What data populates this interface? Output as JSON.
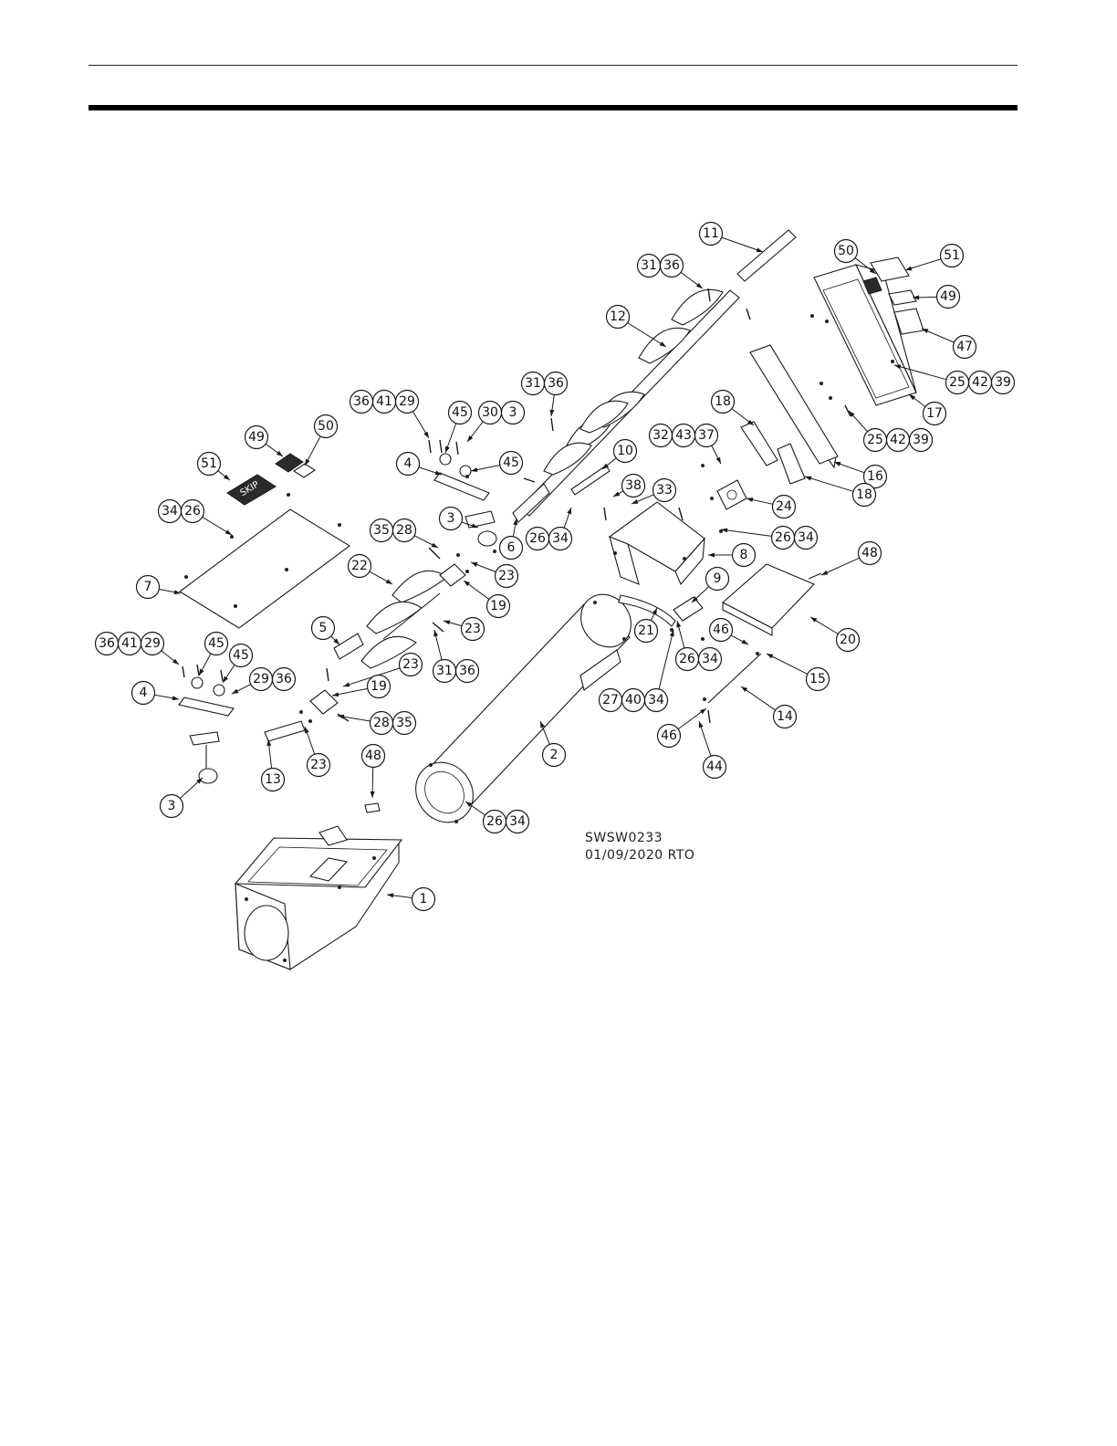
{
  "drawing": {
    "id": "SWSW0233",
    "revision": "01/09/2020 RTO"
  },
  "decals": {
    "skip_label": "SKIP"
  },
  "callouts": [
    {
      "ref": "11",
      "nums": [
        "11"
      ]
    },
    {
      "ref": "31-36-a",
      "nums": [
        "31",
        "36"
      ]
    },
    {
      "ref": "50-a",
      "nums": [
        "50"
      ]
    },
    {
      "ref": "51-a",
      "nums": [
        "51"
      ]
    },
    {
      "ref": "49-a",
      "nums": [
        "49"
      ]
    },
    {
      "ref": "47",
      "nums": [
        "47"
      ]
    },
    {
      "ref": "12",
      "nums": [
        "12"
      ]
    },
    {
      "ref": "25-42-39-a",
      "nums": [
        "25",
        "42",
        "39"
      ]
    },
    {
      "ref": "17",
      "nums": [
        "17"
      ]
    },
    {
      "ref": "25-42-39-b",
      "nums": [
        "25",
        "42",
        "39"
      ]
    },
    {
      "ref": "16",
      "nums": [
        "16"
      ]
    },
    {
      "ref": "31-36-b",
      "nums": [
        "31",
        "36"
      ]
    },
    {
      "ref": "36-41-29-a",
      "nums": [
        "36",
        "41",
        "29"
      ]
    },
    {
      "ref": "45-a",
      "nums": [
        "45"
      ]
    },
    {
      "ref": "30-3",
      "nums": [
        "30",
        "3"
      ]
    },
    {
      "ref": "49-b",
      "nums": [
        "49"
      ]
    },
    {
      "ref": "50-b",
      "nums": [
        "50"
      ]
    },
    {
      "ref": "18-a",
      "nums": [
        "18"
      ]
    },
    {
      "ref": "32-43-37",
      "nums": [
        "32",
        "43",
        "37"
      ]
    },
    {
      "ref": "10",
      "nums": [
        "10"
      ]
    },
    {
      "ref": "45-b",
      "nums": [
        "45"
      ]
    },
    {
      "ref": "4-a",
      "nums": [
        "4"
      ]
    },
    {
      "ref": "51-b",
      "nums": [
        "51"
      ]
    },
    {
      "ref": "18-b",
      "nums": [
        "18"
      ]
    },
    {
      "ref": "38",
      "nums": [
        "38"
      ]
    },
    {
      "ref": "33",
      "nums": [
        "33"
      ]
    },
    {
      "ref": "24",
      "nums": [
        "24"
      ]
    },
    {
      "ref": "34-26",
      "nums": [
        "34",
        "26"
      ]
    },
    {
      "ref": "3-a",
      "nums": [
        "3"
      ]
    },
    {
      "ref": "26-34-a",
      "nums": [
        "26",
        "34"
      ]
    },
    {
      "ref": "26-34-b",
      "nums": [
        "26",
        "34"
      ]
    },
    {
      "ref": "6",
      "nums": [
        "6"
      ]
    },
    {
      "ref": "35-28",
      "nums": [
        "35",
        "28"
      ]
    },
    {
      "ref": "48-a",
      "nums": [
        "48"
      ]
    },
    {
      "ref": "23-a",
      "nums": [
        "23"
      ]
    },
    {
      "ref": "8",
      "nums": [
        "8"
      ]
    },
    {
      "ref": "22",
      "nums": [
        "22"
      ]
    },
    {
      "ref": "7",
      "nums": [
        "7"
      ]
    },
    {
      "ref": "9",
      "nums": [
        "9"
      ]
    },
    {
      "ref": "19-a",
      "nums": [
        "19"
      ]
    },
    {
      "ref": "20",
      "nums": [
        "20"
      ]
    },
    {
      "ref": "23-b",
      "nums": [
        "23"
      ]
    },
    {
      "ref": "5",
      "nums": [
        "5"
      ]
    },
    {
      "ref": "46-a",
      "nums": [
        "46"
      ]
    },
    {
      "ref": "21",
      "nums": [
        "21"
      ]
    },
    {
      "ref": "26-34-c",
      "nums": [
        "26",
        "34"
      ]
    },
    {
      "ref": "36-41-29-b",
      "nums": [
        "36",
        "41",
        "29"
      ]
    },
    {
      "ref": "45-c",
      "nums": [
        "45"
      ]
    },
    {
      "ref": "45-d",
      "nums": [
        "45"
      ]
    },
    {
      "ref": "31-36-c",
      "nums": [
        "31",
        "36"
      ]
    },
    {
      "ref": "23-c",
      "nums": [
        "23"
      ]
    },
    {
      "ref": "15",
      "nums": [
        "15"
      ]
    },
    {
      "ref": "29-36",
      "nums": [
        "29",
        "36"
      ]
    },
    {
      "ref": "4-b",
      "nums": [
        "4"
      ]
    },
    {
      "ref": "19-b",
      "nums": [
        "19"
      ]
    },
    {
      "ref": "27-40-34",
      "nums": [
        "27",
        "40",
        "34"
      ]
    },
    {
      "ref": "28-35",
      "nums": [
        "28",
        "35"
      ]
    },
    {
      "ref": "14",
      "nums": [
        "14"
      ]
    },
    {
      "ref": "2",
      "nums": [
        "2"
      ]
    },
    {
      "ref": "46-b",
      "nums": [
        "46"
      ]
    },
    {
      "ref": "48-b",
      "nums": [
        "48"
      ]
    },
    {
      "ref": "44",
      "nums": [
        "44"
      ]
    },
    {
      "ref": "13",
      "nums": [
        "13"
      ]
    },
    {
      "ref": "23-d",
      "nums": [
        "23"
      ]
    },
    {
      "ref": "3-b",
      "nums": [
        "3"
      ]
    },
    {
      "ref": "26-34-d",
      "nums": [
        "26",
        "34"
      ]
    },
    {
      "ref": "1",
      "nums": [
        "1"
      ]
    }
  ]
}
